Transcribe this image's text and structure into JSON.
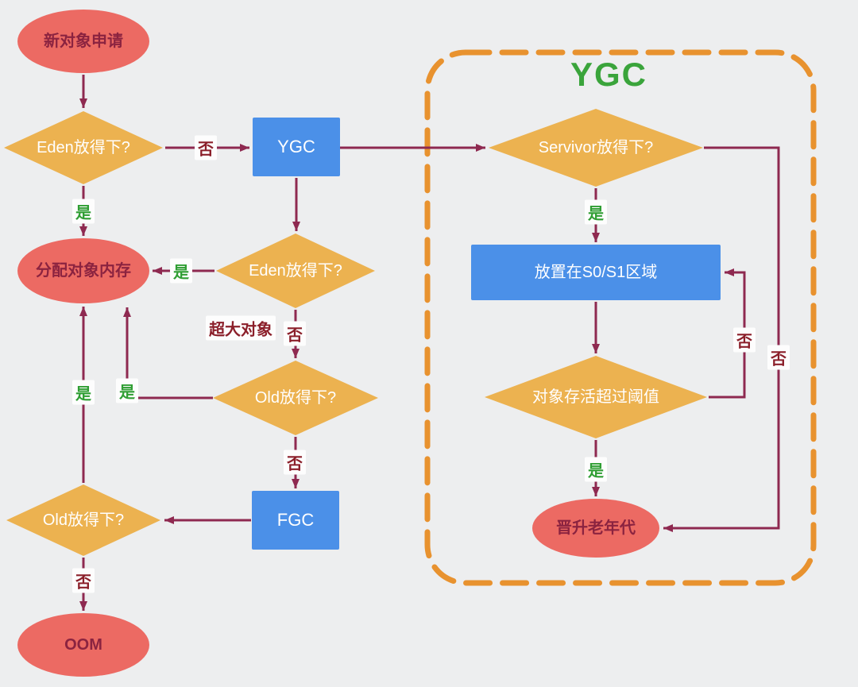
{
  "diagram": {
    "region_title": "YGC",
    "nodes": {
      "start": "新对象申请",
      "eden1": "Eden放得下?",
      "ygc": "YGC",
      "servivor": "Servivor放得下?",
      "alloc": "分配对象内存",
      "eden2": "Eden放得下?",
      "old_mid": "Old放得下?",
      "fgc": "FGC",
      "old_left": "Old放得下?",
      "oom": "OOM",
      "s0s1": "放置在S0/S1区域",
      "threshold": "对象存活超过阈值",
      "promote": "晋升老年代"
    },
    "edge_labels": {
      "yes": "是",
      "no": "否",
      "huge_object": "超大对象"
    },
    "colors": {
      "background": "#edeeef",
      "ellipse_fill": "#ec6a63",
      "ellipse_text": "#8b2340",
      "diamond_fill": "#ecb250",
      "rect_fill": "#4b90e8",
      "node_text": "#ffffff",
      "arrow": "#8e2950",
      "yes_text": "#2f9e33",
      "no_text": "#8b1f2a",
      "region_border": "#e8922f",
      "region_title_color": "#3aa43b"
    }
  }
}
